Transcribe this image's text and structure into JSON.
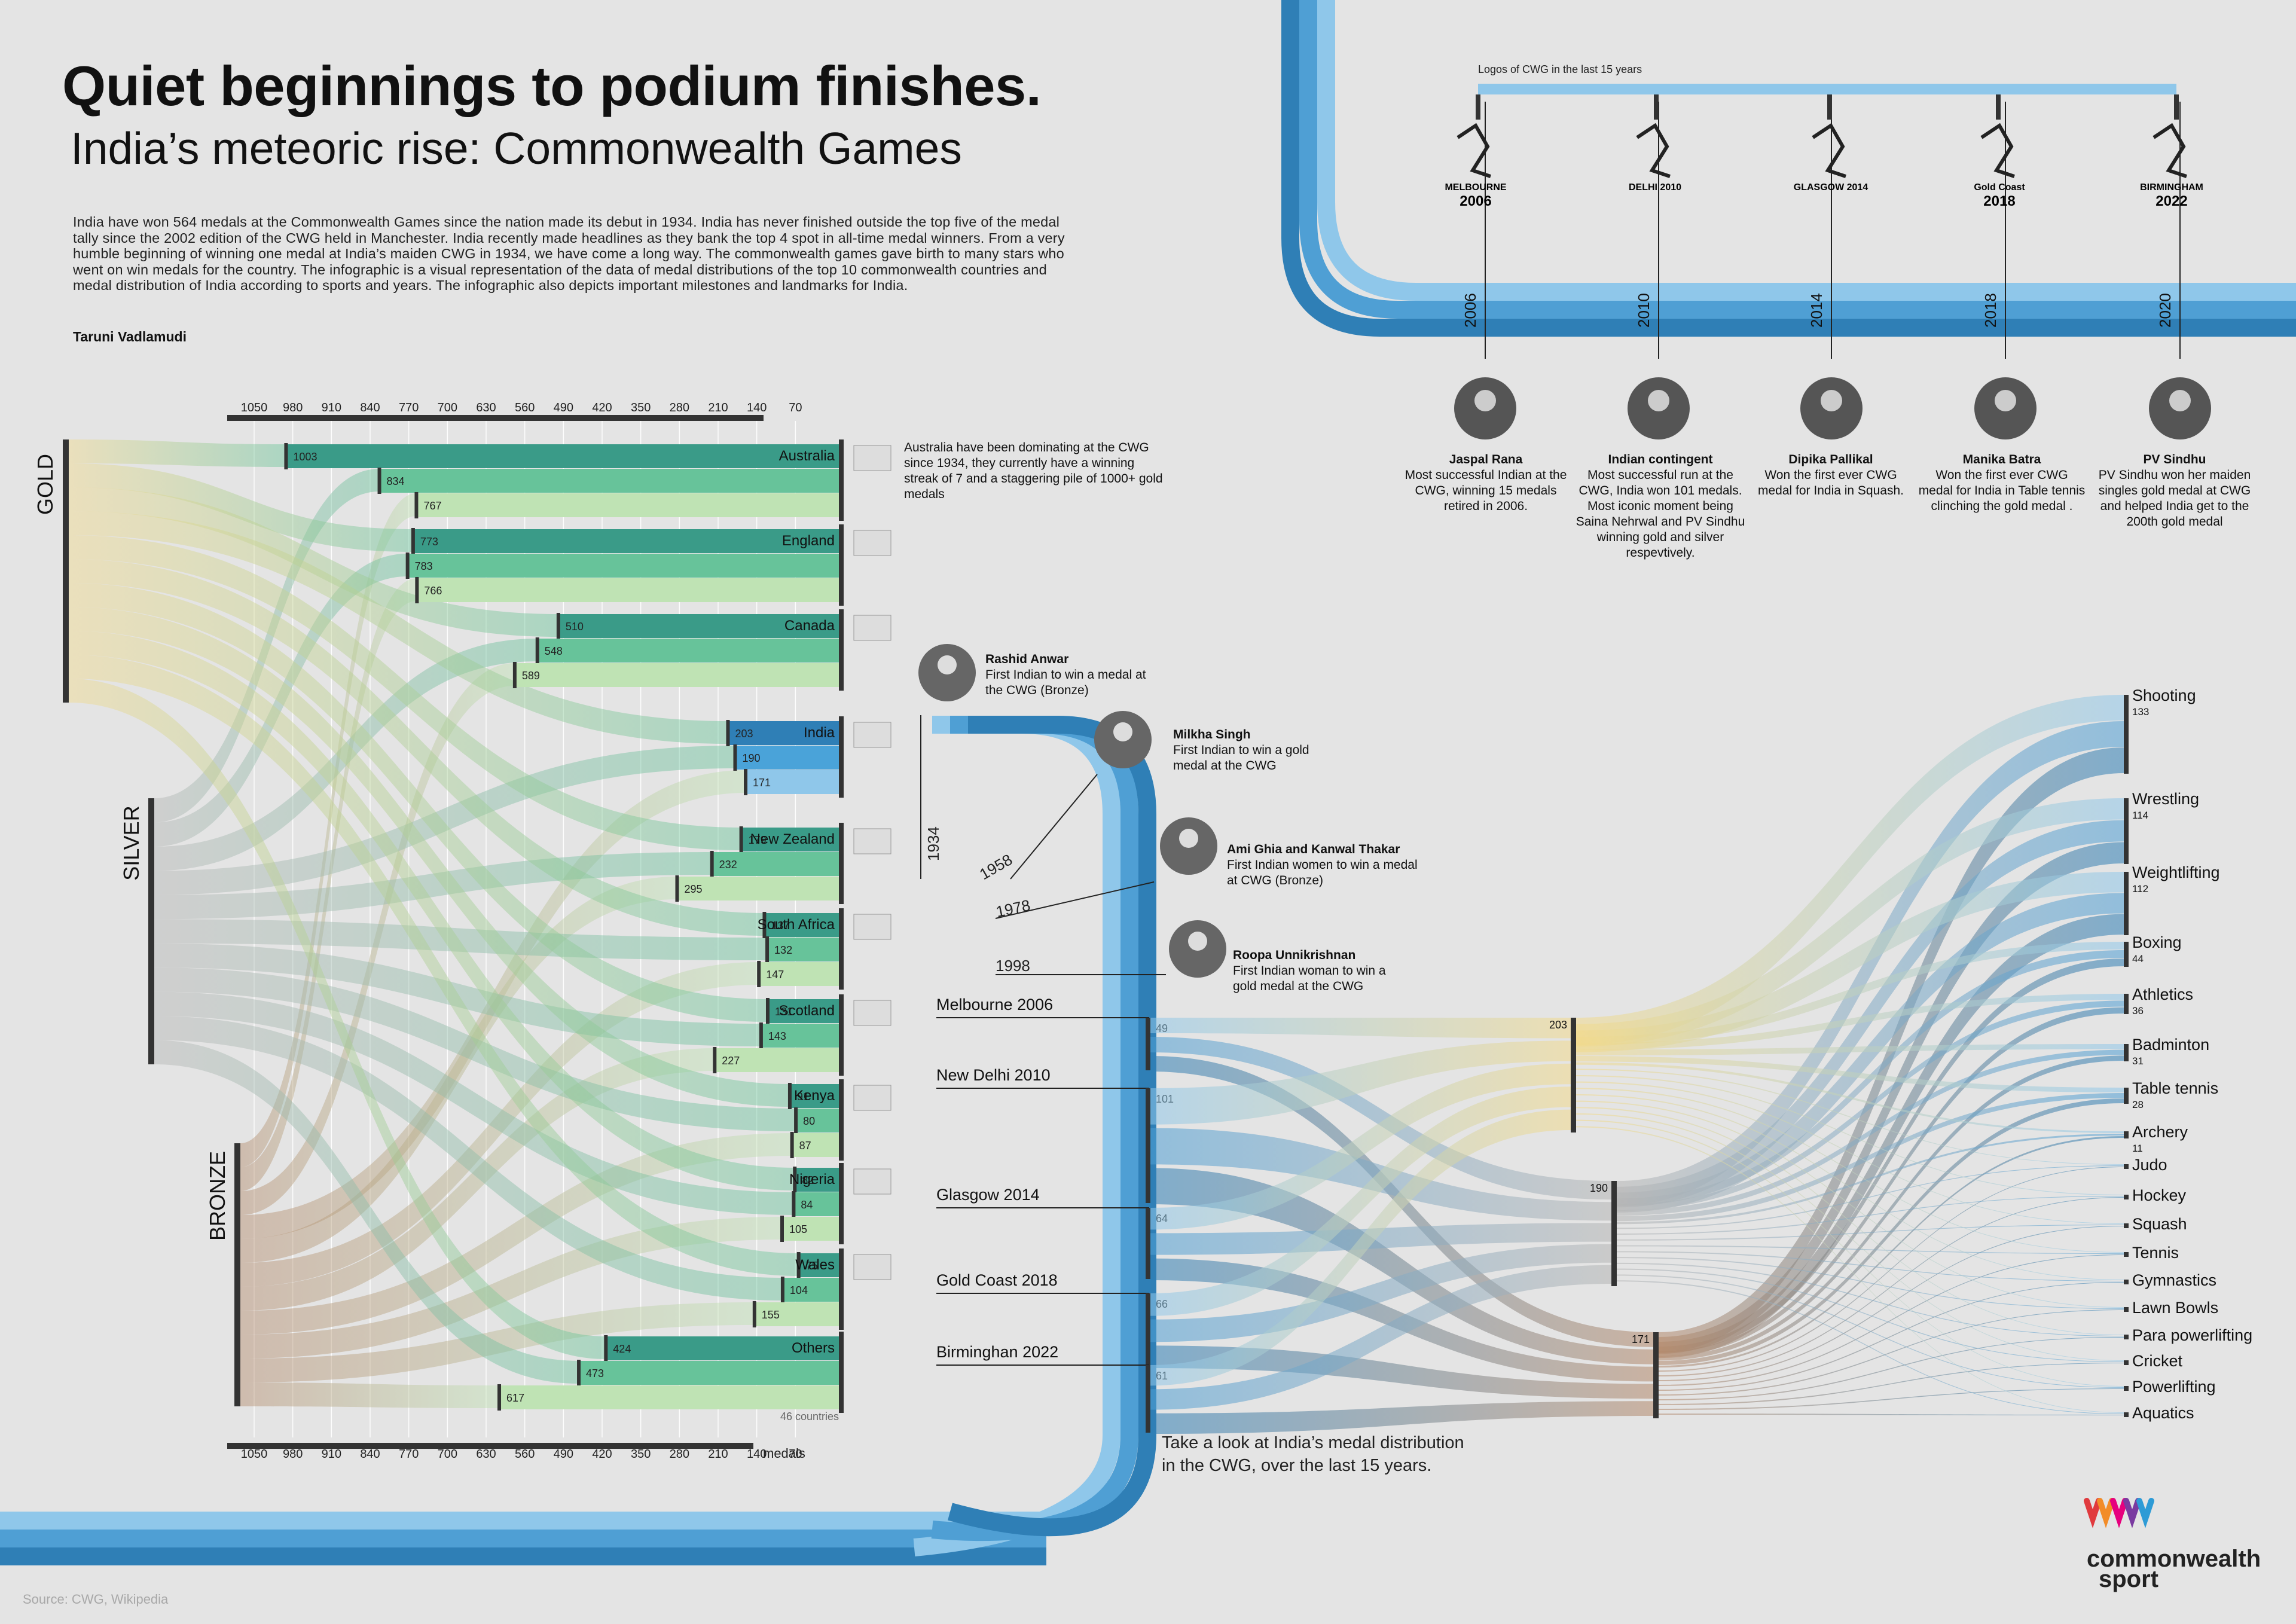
{
  "title": "Quiet beginnings to podium finishes.",
  "subtitle": "India’s meteoric rise: Commonwealth Games",
  "description": "India have won 564 medals at the Commonwealth Games since the nation made its debut in 1934. India has never finished outside the top five of the medal tally since the 2002 edition of the CWG held in Manchester. India recently made headlines as they bank the top 4 spot in all-time medal winners. From a very humble beginning of winning one medal at India’s maiden CWG in 1934, we have come a long way. The commonwealth games gave birth to many stars who went on win medals for the country. The infographic is a visual representation of the data of medal distributions of the top 10 commonwealth countries and medal distribution of India according to sports and years. The infographic also depicts important milestones and landmarks for India.",
  "author": "Taruni Vadlamudi",
  "source": "Source: CWG, Wikipedia",
  "logos_label": "Logos of CWG in the last 15 years",
  "logos": [
    {
      "word": "MELBOURNE",
      "year": "2006"
    },
    {
      "word": "DELHI 2010",
      "year": ""
    },
    {
      "word": "GLASGOW 2014",
      "year": ""
    },
    {
      "word": "Gold Coast",
      "year": "2018"
    },
    {
      "word": "BIRMINGHAM",
      "year": "2022"
    }
  ],
  "timeline_years": [
    "2006",
    "2010",
    "2014",
    "2018",
    "2020"
  ],
  "milestones": [
    {
      "name": "Jaspal Rana",
      "text": "Most successful Indian at the CWG, winning 15 medals retired in 2006."
    },
    {
      "name": "Indian contingent",
      "text": "Most successful run at the CWG, India won 101 medals. Most iconic moment being Saina Nehrwal and PV Sindhu winning gold and silver respevtively."
    },
    {
      "name": "Dipika Pallikal",
      "text": "Won the first ever CWG medal for India in Squash."
    },
    {
      "name": "Manika Batra",
      "text": "Won the first ever CWG medal for India in Table tennis clinching the gold medal ."
    },
    {
      "name": "PV Sindhu",
      "text": "PV Sindhu won her maiden singles gold medal at CWG and helped India get to the 200th gold medal"
    }
  ],
  "firsts": [
    {
      "name": "Rashid Anwar",
      "text": "First Indian to win a medal at the CWG (Bronze)",
      "year": "1934"
    },
    {
      "name": "Milkha Singh",
      "text": "First Indian to win a gold medal at the CWG",
      "year": "1958"
    },
    {
      "name": "Ami Ghia and Kanwal Thakar",
      "text": "First Indian women to win a medal at CWG (Bronze)",
      "year": "1978"
    },
    {
      "name": "Roopa Unnikrishnan",
      "text": "First Indian woman to win a gold medal at the CWG",
      "year": "1998"
    }
  ],
  "axis_ticks": [
    "1050",
    "980",
    "910",
    "840",
    "770",
    "700",
    "630",
    "560",
    "490",
    "420",
    "350",
    "280",
    "210",
    "140",
    "70"
  ],
  "axis_unit": "medals",
  "others_note": "46 countries",
  "medal_labels": {
    "gold": "GOLD",
    "silver": "SILVER",
    "bronze": "BRONZE"
  },
  "australia_note": "Australia have been dominating at the CWG since 1934, they currently have a winning streak of 7 and a staggering pile of 1000+ gold medals",
  "games_label_prefix": "Take a look at India’s medal distribution",
  "games_label_suffix": "in the CWG, over the last 15 years.",
  "logo_text": {
    "line1": "commonwealth",
    "line2": "sport"
  },
  "colors": {
    "gold": "#f2da8c",
    "silver": "#b5b5b5",
    "bronze": "#b48a6c",
    "teal_dark": "#3a9b88",
    "teal_mid": "#67c39a",
    "teal_light": "#bfe3b4",
    "blue_dark": "#2f7fb6",
    "blue_mid": "#4f9fd4",
    "blue_light": "#8fc7ea",
    "india_bar": "#4aa3d9"
  },
  "chart_data": [
    {
      "type": "bar",
      "title": "",
      "categories": [
        "Australia",
        "England",
        "Canada",
        "India",
        "New Zealand",
        "South Africa",
        "Scotland",
        "Kenya",
        "Nigeria",
        "Wales",
        "Others"
      ],
      "series": [
        {
          "name": "GOLD",
          "values": [
            1003,
            773,
            510,
            203,
            179,
            137,
            131,
            91,
            82,
            75,
            424
          ]
        },
        {
          "name": "SILVER",
          "values": [
            834,
            783,
            548,
            190,
            232,
            132,
            143,
            80,
            84,
            104,
            473
          ]
        },
        {
          "name": "BRONZE",
          "values": [
            767,
            766,
            589,
            171,
            295,
            147,
            227,
            87,
            105,
            155,
            617
          ]
        }
      ],
      "xlim": [
        1050,
        0
      ],
      "xlabel": "medals"
    },
    {
      "type": "bar",
      "categories": [
        "Melbourne 2006",
        "New Delhi 2010",
        "Glasgow 2014",
        "Gold Coast 2018",
        "Birminghan 2022"
      ],
      "values": [
        49,
        101,
        64,
        66,
        61
      ]
    },
    {
      "type": "bar",
      "categories": [
        "GOLD",
        "SILVER",
        "BRONZE"
      ],
      "values": [
        203,
        190,
        171
      ]
    },
    {
      "type": "bar",
      "categories": [
        "Shooting",
        "Wrestling",
        "Weightlifting",
        "Boxing",
        "Athletics",
        "Badminton",
        "Table tennis",
        "Archery",
        "Judo",
        "Hockey",
        "Squash",
        "Tennis",
        "Gymnastics",
        "Lawn Bowls",
        "Para powerlifting",
        "Cricket",
        "Powerlifting",
        "Aquatics"
      ],
      "values": [
        133,
        114,
        112,
        44,
        36,
        31,
        28,
        11,
        null,
        null,
        null,
        null,
        null,
        null,
        null,
        null,
        null,
        null
      ]
    }
  ]
}
